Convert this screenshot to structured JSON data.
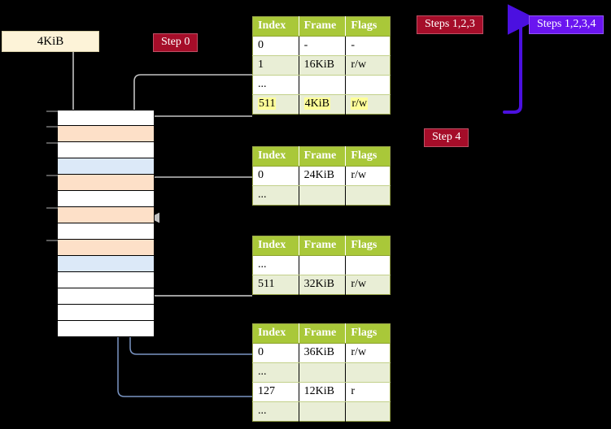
{
  "labels": {
    "kib_box": "4KiB",
    "step0": "Step 0",
    "steps123": "Steps 1,2,3",
    "steps1234": "Steps 1,2,3,4",
    "step4": "Step 4"
  },
  "colors": {
    "header_green": "#a9c839",
    "row_alt": "#e9eed6",
    "highlight_yellow": "#ffff99",
    "step_red": "#a50d29",
    "step_blue": "#6a15f0",
    "mem_peach": "#fde0c8",
    "mem_blue": "#dce9f8",
    "kib_box_bg": "#fdf3d8",
    "connector_gray": "#b9b9b9",
    "connector_blue": "#7a95c4",
    "arrow_blue": "#4a6fa5",
    "bracket_violet": "#4b10e0"
  },
  "tables": [
    {
      "name": "page-table-level0",
      "columns": [
        "Index",
        "Frame",
        "Flags"
      ],
      "rows": [
        {
          "index": "0",
          "frame": "-",
          "flags": "-",
          "alt": false,
          "highlight": false
        },
        {
          "index": "1",
          "frame": "16KiB",
          "flags": "r/w",
          "alt": true,
          "highlight": false
        },
        {
          "index": "...",
          "frame": "",
          "flags": "",
          "alt": false,
          "highlight": false
        },
        {
          "index": "511",
          "frame": "4KiB",
          "flags": "r/w",
          "alt": true,
          "highlight": true
        }
      ]
    },
    {
      "name": "page-table-level1",
      "columns": [
        "Index",
        "Frame",
        "Flags"
      ],
      "rows": [
        {
          "index": "0",
          "frame": "24KiB",
          "flags": "r/w",
          "alt": false,
          "highlight": false
        },
        {
          "index": "...",
          "frame": "",
          "flags": "",
          "alt": true,
          "highlight": false
        }
      ]
    },
    {
      "name": "page-table-level2",
      "columns": [
        "Index",
        "Frame",
        "Flags"
      ],
      "rows": [
        {
          "index": "...",
          "frame": "",
          "flags": "",
          "alt": false,
          "highlight": false
        },
        {
          "index": "511",
          "frame": "32KiB",
          "flags": "r/w",
          "alt": true,
          "highlight": false
        }
      ]
    },
    {
      "name": "page-table-level3",
      "columns": [
        "Index",
        "Frame",
        "Flags"
      ],
      "rows": [
        {
          "index": "0",
          "frame": "36KiB",
          "flags": "r/w",
          "alt": false,
          "highlight": false
        },
        {
          "index": "...",
          "frame": "",
          "flags": "",
          "alt": true,
          "highlight": false
        },
        {
          "index": "127",
          "frame": "12KiB",
          "flags": "r",
          "alt": false,
          "highlight": false
        },
        {
          "index": "...",
          "frame": "",
          "flags": "",
          "alt": true,
          "highlight": false
        }
      ]
    }
  ],
  "memory": {
    "name": "physical-memory-column",
    "rows": [
      {
        "fill": "white",
        "tick": true
      },
      {
        "fill": "peach",
        "tick": true
      },
      {
        "fill": "white",
        "tick": true
      },
      {
        "fill": "blue",
        "tick": false
      },
      {
        "fill": "peach",
        "tick": true
      },
      {
        "fill": "white",
        "tick": false
      },
      {
        "fill": "peach",
        "tick": true
      },
      {
        "fill": "white",
        "tick": false
      },
      {
        "fill": "peach",
        "tick": true
      },
      {
        "fill": "blue",
        "tick": false
      },
      {
        "fill": "white",
        "tick": false
      },
      {
        "fill": "white",
        "tick": false
      },
      {
        "fill": "white",
        "tick": false
      },
      {
        "fill": "white",
        "tick": false
      }
    ]
  }
}
